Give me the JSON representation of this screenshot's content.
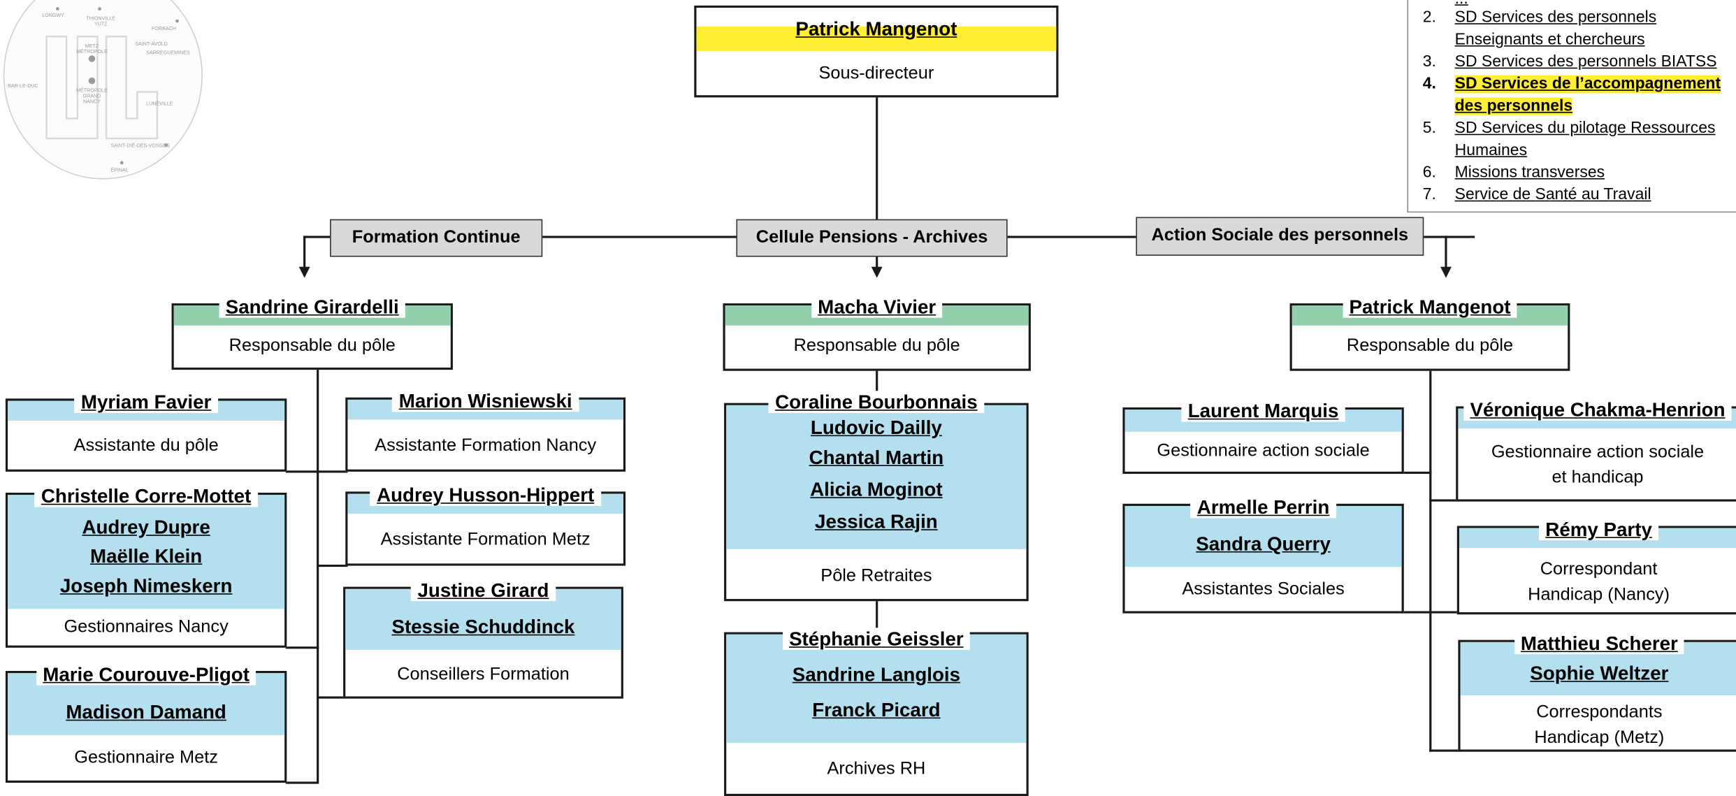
{
  "top": {
    "name": "Patrick Mangenot",
    "role": "Sous-directeur"
  },
  "sections": {
    "formation": "Formation Continue",
    "pensions": "Cellule Pensions - Archives",
    "social": "Action Sociale des personnels"
  },
  "legend": {
    "items": [
      {
        "num": "",
        "label": "..."
      },
      {
        "num": "2.",
        "label": "SD Services des personnels Enseignants et chercheurs"
      },
      {
        "num": "3.",
        "label": "SD Services des personnels BIATSS"
      },
      {
        "num": "4.",
        "label": "SD Services de l’accompagnement des personnels"
      },
      {
        "num": "5.",
        "label": "SD Services du pilotage Ressources Humaines"
      },
      {
        "num": "6.",
        "label": "Missions transverses"
      },
      {
        "num": "7.",
        "label": "Service de Santé au Travail"
      }
    ],
    "highlight_color": "#ffee33"
  },
  "formation": {
    "head": {
      "name": "Sandrine Girardelli",
      "role": "Responsable du pôle"
    },
    "assistante": {
      "name": "Myriam Favier",
      "role": "Assistante du pôle"
    },
    "nancy": {
      "names": [
        "Christelle Corre-Mottet",
        "Audrey Dupre",
        "Maëlle Klein",
        "Joseph Nimeskern"
      ],
      "role": "Gestionnaires Nancy"
    },
    "metz": {
      "names": [
        "Marie Courouve-Pligot",
        "Madison Damand"
      ],
      "role": "Gestionnaire Metz"
    },
    "asst_nancy": {
      "name": "Marion Wisniewski",
      "role": "Assistante Formation Nancy"
    },
    "asst_metz": {
      "name": "Audrey Husson-Hippert",
      "role": "Assistante Formation Metz"
    },
    "conseillers": {
      "names": [
        "Justine Girard",
        "Stessie Schuddinck"
      ],
      "role": "Conseillers Formation"
    }
  },
  "pensions": {
    "head": {
      "name": "Macha Vivier",
      "role": "Responsable du pôle"
    },
    "retraites": {
      "names": [
        "Coraline Bourbonnais",
        "Ludovic Dailly",
        "Chantal Martin",
        "Alicia Moginot",
        "Jessica Rajin"
      ],
      "role": "Pôle Retraites"
    },
    "archives": {
      "names": [
        "Stéphanie Geissler",
        "Sandrine Langlois",
        "Franck Picard"
      ],
      "role": "Archives RH"
    }
  },
  "social": {
    "head": {
      "name": "Patrick Mangenot",
      "role": "Responsable du pôle"
    },
    "gestion": {
      "name": "Laurent Marquis",
      "role": "Gestionnaire action sociale"
    },
    "assistantes": {
      "names": [
        "Armelle Perrin",
        "Sandra Querry"
      ],
      "role": "Assistantes Sociales"
    },
    "handicap": {
      "name": "Véronique Chakma-Henrion",
      "role": "Gestionnaire action sociale et handicap"
    },
    "corr_nancy": {
      "name": "Rémy Party",
      "role": "Correspondant Handicap (Nancy)"
    },
    "corr_metz": {
      "names": [
        "Matthieu Scherer",
        "Sophie Weltzer"
      ],
      "role": "Correspondants Handicap (Metz)"
    }
  },
  "colors": {
    "head_band": "#95d0ac",
    "team_band": "#b3dfee",
    "top_band": "#ffee33",
    "section_bg": "#d9d9d9"
  },
  "logo": {
    "places": [
      "LONGWY",
      "THIONVILLE YUTZ",
      "FORBACH",
      "METZ MÉTROPOLE",
      "SAINT-AVOLD",
      "SARREGUEMINES",
      "BAR-LE-DUC",
      "MÉTROPOLE GRAND NANCY",
      "LUNÉVILLE",
      "SAINT-DIÉ-DES-VOSGES",
      "ÉPINAL"
    ]
  }
}
